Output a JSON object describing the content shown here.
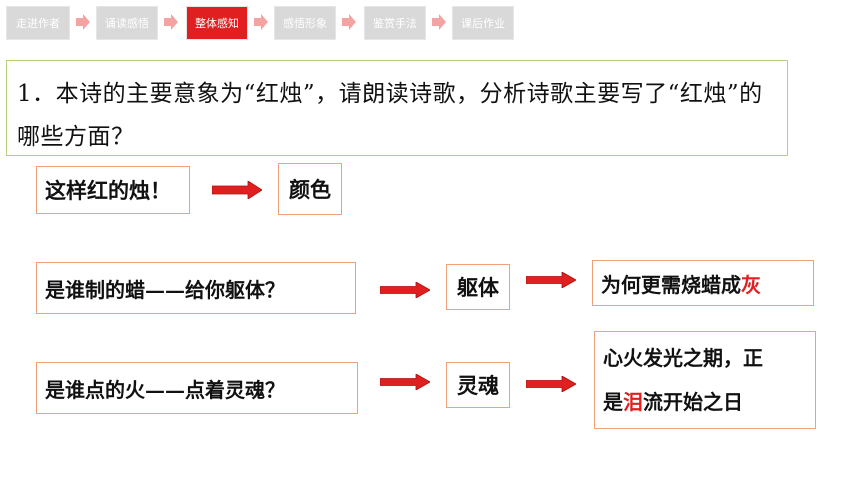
{
  "nav": {
    "tabs": [
      {
        "label": "走进作者",
        "active": false
      },
      {
        "label": "诵读感悟",
        "active": false
      },
      {
        "label": "整体感知",
        "active": true
      },
      {
        "label": "感悟形象",
        "active": false
      },
      {
        "label": "鉴赏手法",
        "active": false
      },
      {
        "label": "课后作业",
        "active": false
      }
    ]
  },
  "question": {
    "text": "1．本诗的主要意象为“红烛”，请朗读诗歌，分析诗歌主要写了“红烛”的哪些方面？"
  },
  "rows": {
    "r1": {
      "quote": "这样红的烛！",
      "aspect": "颜色"
    },
    "r2": {
      "quote": "是谁制的蜡——给你躯体？",
      "aspect": "躯体",
      "result_prefix": "为何更需烧蜡成",
      "result_highlight": "灰"
    },
    "r3": {
      "quote": "是谁点的火——点着灵魂？",
      "aspect": "灵魂",
      "result_line1": "心火发光之期，正",
      "result_line2_prefix": "是",
      "result_line2_highlight": "泪",
      "result_line2_suffix": "流开始之日"
    }
  },
  "colors": {
    "accent": "#e02020",
    "box_border": "#f0a07a",
    "question_border": "#b5cf76",
    "tab_bg": "#d9d9d9",
    "nav_arrow": "#f4a3a3"
  }
}
